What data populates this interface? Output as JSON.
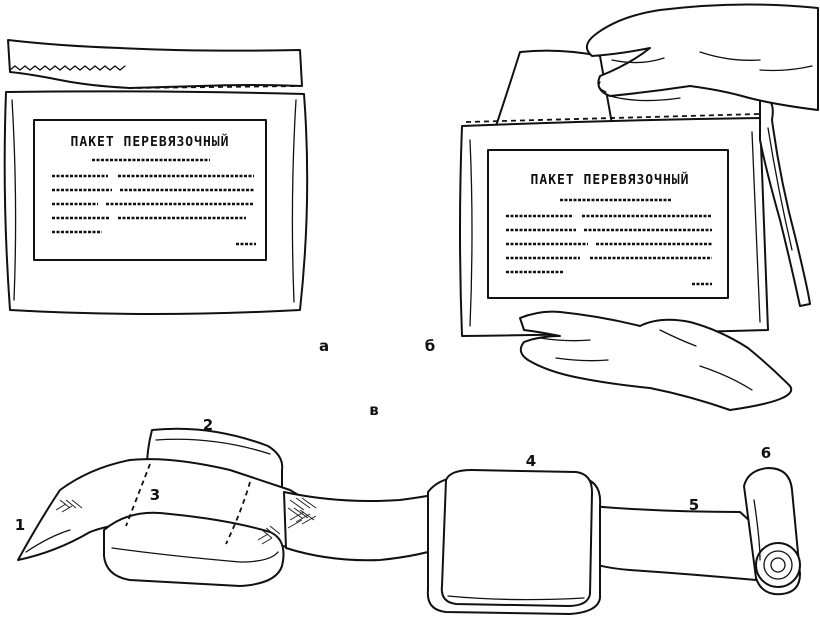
{
  "packet_a": {
    "title": "ПАКЕТ ПЕРЕВЯЗОЧНЫЙ"
  },
  "packet_b": {
    "title": "ПАКЕТ ПЕРЕВЯЗОЧНЫЙ"
  },
  "panel_labels": {
    "a": "а",
    "b": "б",
    "v": "в"
  },
  "part_labels": {
    "p1": "1",
    "p2": "2",
    "p3": "3",
    "p4": "4",
    "p5": "5",
    "p6": "6"
  }
}
